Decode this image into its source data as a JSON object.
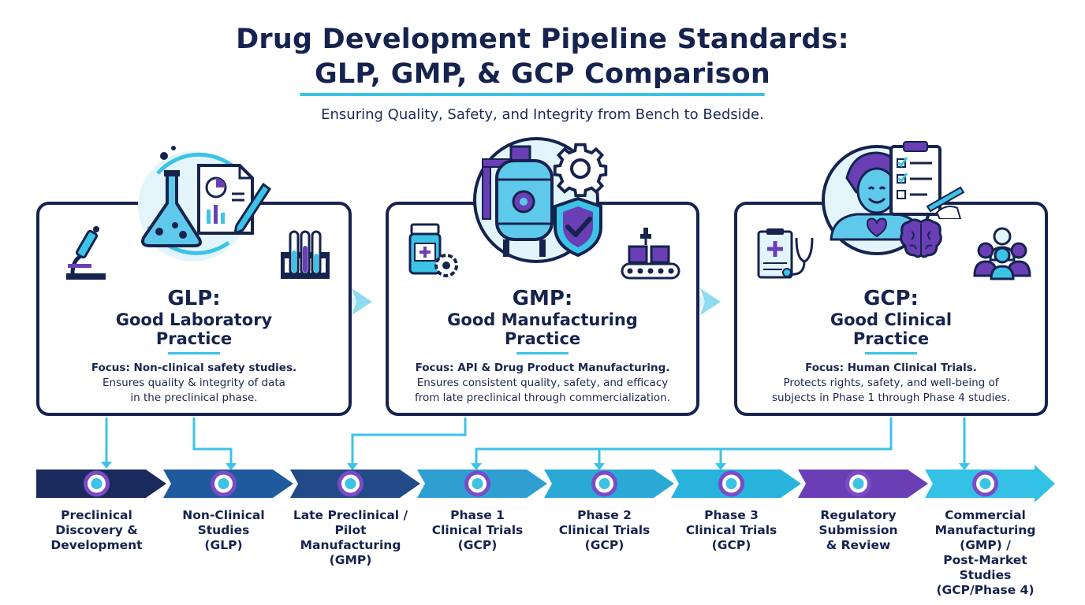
{
  "header": {
    "title_line1": "Drug Development Pipeline Standards:",
    "title_line2": "GLP, GMP, & GCP Comparison",
    "subtitle": "Ensuring Quality, Safety, and Integrity from Bench to Bedside."
  },
  "cards": [
    {
      "abbr": "GLP:",
      "name_line1": "Good Laboratory",
      "name_line2": "Practice",
      "focus": "Focus: Non-clinical safety studies.",
      "desc_line1": "Ensures quality & integrity of data",
      "desc_line2": "in the preclinical phase.",
      "icons": [
        "lab-flask-icon",
        "report-pen-icon",
        "microscope-icon",
        "test-tubes-icon"
      ]
    },
    {
      "abbr": "GMP:",
      "name_line1": "Good Manufacturing",
      "name_line2": "Practice",
      "focus": "Focus: API & Drug Product Manufacturing.",
      "desc_line1": "Ensures consistent quality, safety, and efficacy",
      "desc_line2": "from late preclinical through commercialization.",
      "icons": [
        "reactor-icon",
        "gear-icon",
        "shield-check-icon",
        "medicine-bottle-gear-icon",
        "conveyor-belt-icon"
      ]
    },
    {
      "abbr": "GCP:",
      "name_line1": "Good Clinical",
      "name_line2": "Practice",
      "focus": "Focus: Human Clinical Trials.",
      "desc_line1": "Protects rights, safety, and well-being of",
      "desc_line2": "subjects in Phase 1 through Phase 4 studies.",
      "icons": [
        "patient-heart-icon",
        "clipboard-checklist-icon",
        "brain-icon",
        "medical-chart-stethoscope-icon",
        "group-people-icon"
      ]
    }
  ],
  "stages": [
    {
      "lines": [
        "Preclinical",
        "Discovery &",
        "Development"
      ],
      "color": "#1b2a5c"
    },
    {
      "lines": [
        "Non-Clinical",
        "Studies",
        "(GLP)"
      ],
      "color": "#1f5a9e"
    },
    {
      "lines": [
        "Late Preclinical /",
        "Pilot Manufacturing",
        "(GMP)"
      ],
      "color": "#224a86"
    },
    {
      "lines": [
        "Phase 1",
        "Clinical Trials",
        "(GCP)"
      ],
      "color": "#2f9fd1"
    },
    {
      "lines": [
        "Phase 2",
        "Clinical Trials",
        "(GCP)"
      ],
      "color": "#2aa9d6"
    },
    {
      "lines": [
        "Phase 3",
        "Clinical Trials",
        "(GCP)"
      ],
      "color": "#27b3dc"
    },
    {
      "lines": [
        "Regulatory",
        "Submission",
        "& Review"
      ],
      "color": "#6a3fb5"
    },
    {
      "lines": [
        "Commercial",
        "Manufacturing (GMP) /",
        "Post-Market Studies",
        "(GCP/Phase 4)"
      ],
      "color": "#33c2e6"
    }
  ],
  "colors": {
    "navy": "#16234e",
    "cyan": "#3cc3e6",
    "purple": "#6a3fb5",
    "node_ring": "#7b4bc6"
  }
}
